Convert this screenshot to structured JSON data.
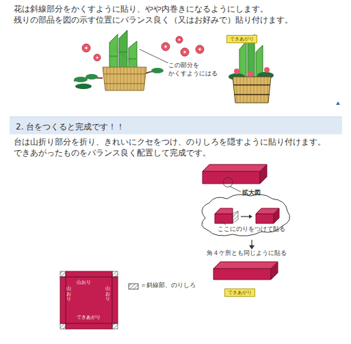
{
  "diagram": {
    "nodes": [
      {
        "text": [
          "2. 台をつくると完成です！！"
        ]
      },
      {
        "text": [
          "できあがり"
        ]
      },
      {
        "text": [
          "できあがり"
        ]
      }
    ],
    "labels": [
      "花は斜線部分をかくすように貼り、やや内巻きになるようにします。",
      "残りの部品を図の示す位置にバランス良く（又はお好みで）貼り付けます。",
      "この部分を かくすようにはる",
      "台は山折り部分を折り、きれいにクセをつけ、のりしろを隠すように貼り付けます。",
      "できあがったものをバランス良く配置して完成です。",
      "拡大図",
      "ここにのりをつけて貼る",
      "角４ケ所とも同じように貼る",
      "できあがり",
      "山おり",
      "山おり",
      "山おり"
    ],
    "legend": [
      {
        "text": "＝斜線部、のりしろ"
      }
    ]
  }
}
